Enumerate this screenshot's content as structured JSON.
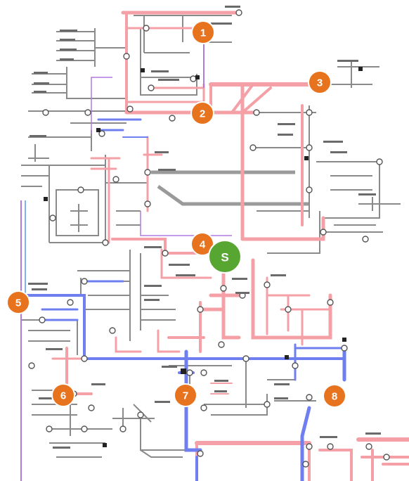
{
  "colors": {
    "red_feeder": "#f4a0a6",
    "red_feeder_dark": "#e86a74",
    "blue_feeder": "#6f7ff0",
    "blue_feeder_light": "#9fb0f4",
    "grey_feeder": "#8a8a8a",
    "grey_feeder_light": "#bdbdbd",
    "purple_link": "#b07ae0",
    "light_blue_link": "#7fb2f0",
    "marker_orange": "#e8731e",
    "marker_green": "#58a632"
  },
  "markers": [
    {
      "id": "m1",
      "label": "1",
      "color": "orange"
    },
    {
      "id": "m2",
      "label": "2",
      "color": "orange"
    },
    {
      "id": "m3",
      "label": "3",
      "color": "orange"
    },
    {
      "id": "m4",
      "label": "4",
      "color": "orange"
    },
    {
      "id": "m5-left",
      "label": "5",
      "color": "orange"
    },
    {
      "id": "m-s",
      "label": "S",
      "color": "green"
    },
    {
      "id": "m6",
      "label": "6",
      "color": "orange"
    },
    {
      "id": "m7",
      "label": "7",
      "color": "orange"
    },
    {
      "id": "m8",
      "label": "8",
      "color": "orange"
    }
  ]
}
